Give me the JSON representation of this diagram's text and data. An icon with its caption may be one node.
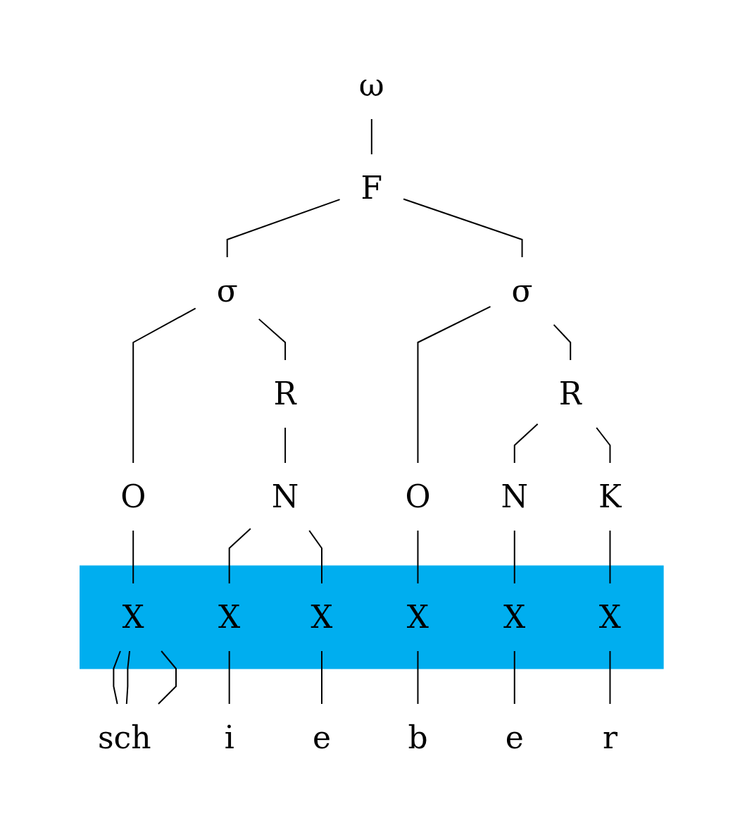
{
  "diagram": {
    "nodes": [
      {
        "text": [
          "ω"
        ]
      },
      {
        "text": [
          "F"
        ]
      },
      {
        "text": [
          "σ"
        ]
      },
      {
        "text": [
          "σ"
        ]
      },
      {
        "text": [
          "R"
        ]
      },
      {
        "text": [
          "R"
        ]
      },
      {
        "text": [
          "O"
        ]
      },
      {
        "text": [
          "N"
        ]
      },
      {
        "text": [
          "O"
        ]
      },
      {
        "text": [
          "N"
        ]
      },
      {
        "text": [
          "K"
        ]
      },
      {
        "text": [],
        "shape": "bar"
      },
      {
        "text": [
          "X"
        ],
        "in": 11
      },
      {
        "text": [
          "X"
        ],
        "in": 11
      },
      {
        "text": [
          "X"
        ],
        "in": 11
      },
      {
        "text": [
          "X"
        ],
        "in": 11
      },
      {
        "text": [
          "X"
        ],
        "in": 11
      },
      {
        "text": [
          "X"
        ],
        "in": 11
      },
      {
        "text": [
          "sch"
        ]
      },
      {
        "text": [
          "i"
        ]
      },
      {
        "text": [
          "e"
        ]
      },
      {
        "text": [
          "b"
        ]
      },
      {
        "text": [
          "e"
        ]
      },
      {
        "text": [
          "r"
        ]
      }
    ],
    "edges": [
      {
        "from": 0,
        "to": 1,
        "arrow": "none"
      },
      {
        "from": 1,
        "to": 2,
        "arrow": "none"
      },
      {
        "from": 1,
        "to": 3,
        "arrow": "none"
      },
      {
        "from": 2,
        "to": 6,
        "arrow": "none"
      },
      {
        "from": 2,
        "to": 4,
        "arrow": "none"
      },
      {
        "from": 4,
        "to": 7,
        "arrow": "none"
      },
      {
        "from": 3,
        "to": 8,
        "arrow": "none"
      },
      {
        "from": 3,
        "to": 5,
        "arrow": "none"
      },
      {
        "from": 5,
        "to": 9,
        "arrow": "none"
      },
      {
        "from": 5,
        "to": 10,
        "arrow": "none"
      },
      {
        "from": 6,
        "to": 12,
        "arrow": "none"
      },
      {
        "from": 7,
        "to": 13,
        "arrow": "none"
      },
      {
        "from": 7,
        "to": 14,
        "arrow": "none"
      },
      {
        "from": 8,
        "to": 15,
        "arrow": "none"
      },
      {
        "from": 9,
        "to": 16,
        "arrow": "none"
      },
      {
        "from": 10,
        "to": 17,
        "arrow": "none"
      },
      {
        "from": 12,
        "to": 18,
        "arrow": "none"
      },
      {
        "from": 12,
        "to": 18,
        "arrow": "none"
      },
      {
        "from": 12,
        "to": 18,
        "arrow": "none"
      },
      {
        "from": 13,
        "to": 19,
        "arrow": "none"
      },
      {
        "from": 14,
        "to": 20,
        "arrow": "none"
      },
      {
        "from": 15,
        "to": 21,
        "arrow": "none"
      },
      {
        "from": 16,
        "to": 22,
        "arrow": "none"
      },
      {
        "from": 17,
        "to": 23,
        "arrow": "none"
      }
    ]
  }
}
